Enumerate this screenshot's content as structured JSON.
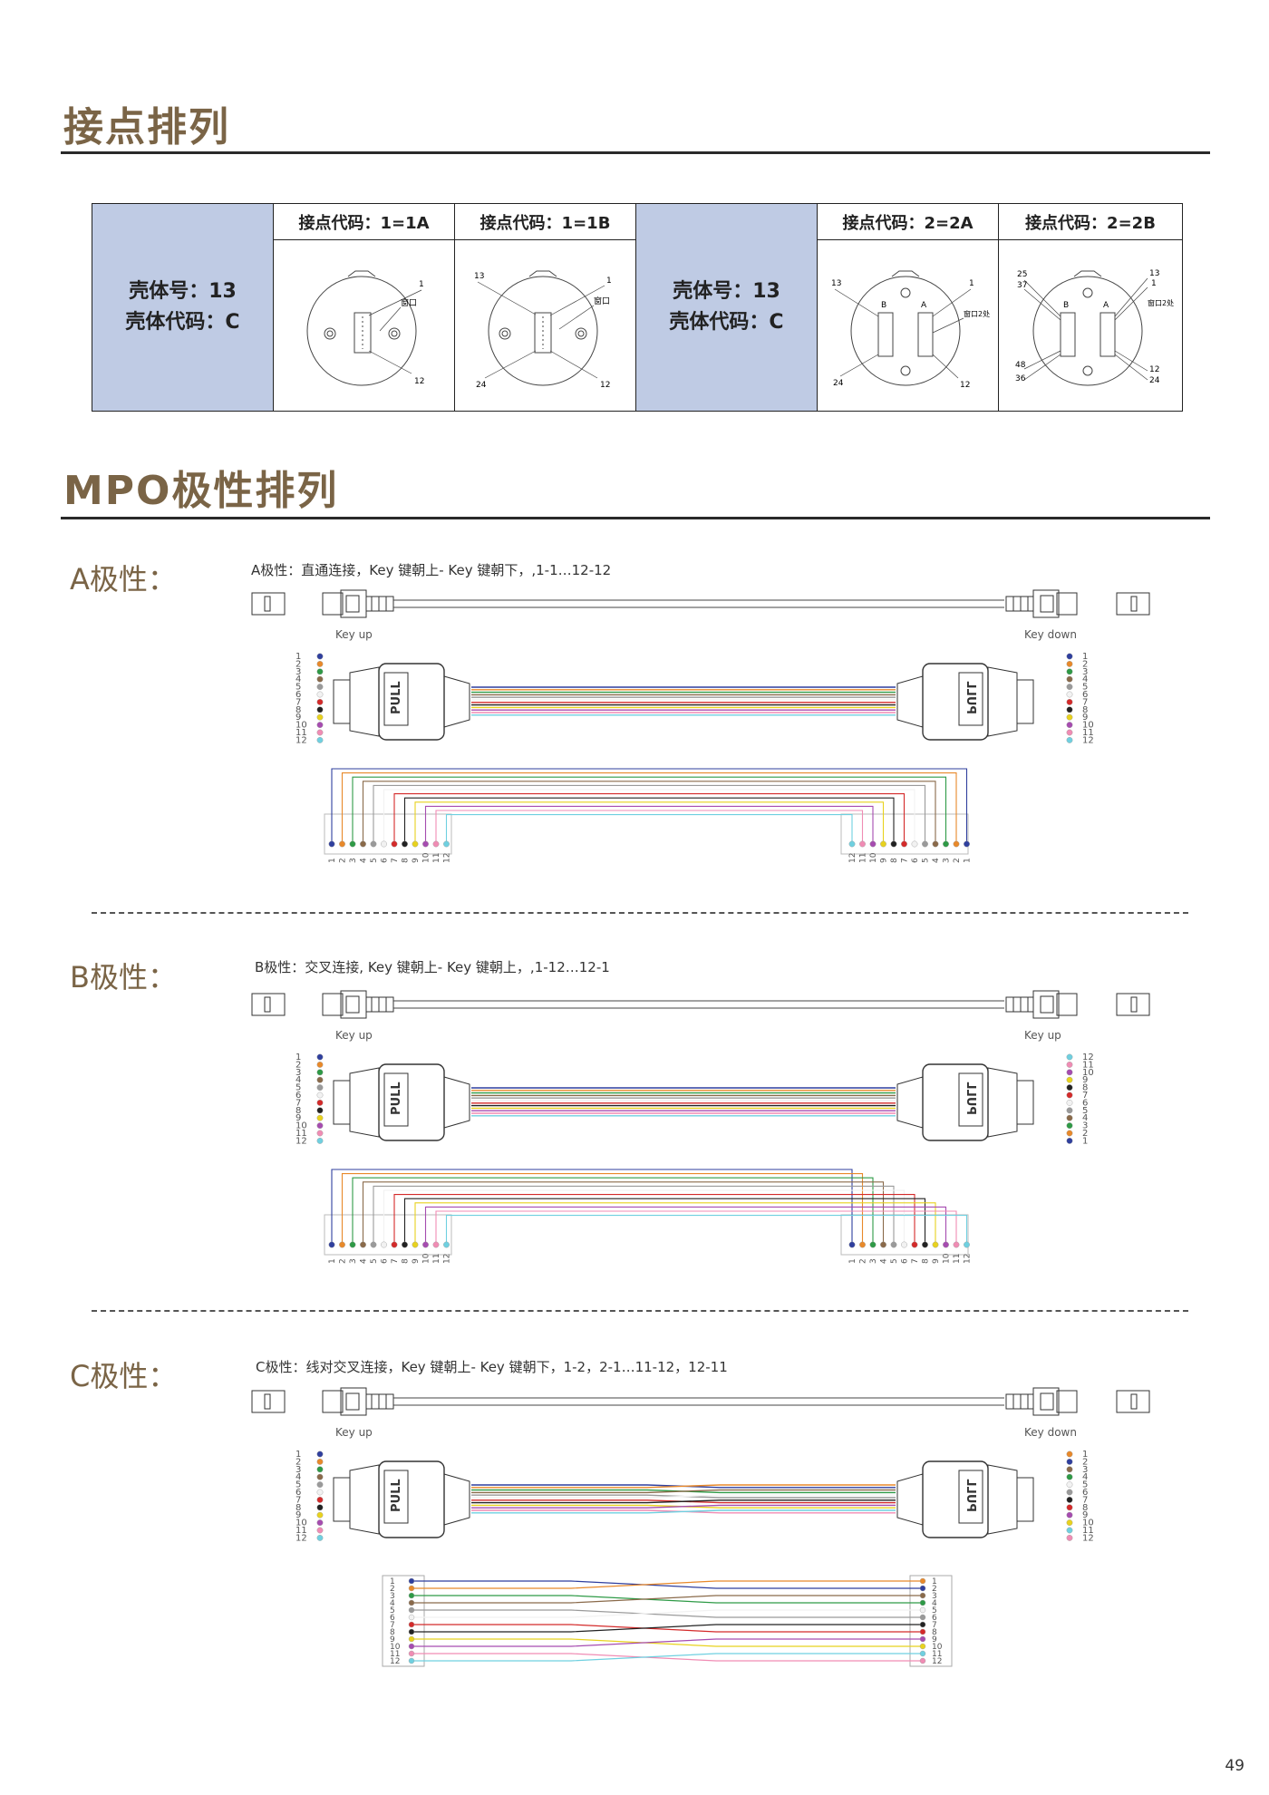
{
  "section1": {
    "title": "接点排列"
  },
  "contact_table": {
    "group1": {
      "shell_no": "壳体号：13",
      "shell_code": "壳体代码：C"
    },
    "group2": {
      "shell_no": "壳体号：13",
      "shell_code": "壳体代码：C"
    },
    "codes": [
      "接点代码：1=1A",
      "接点代码：1=1B",
      "接点代码：2=2A",
      "接点代码：2=2B"
    ],
    "d1": {
      "n1": "1",
      "window": "窗口",
      "n12": "12"
    },
    "d2": {
      "n13": "13",
      "n1": "1",
      "window": "窗口",
      "n24": "24",
      "n12": "12"
    },
    "d3": {
      "n13": "13",
      "n1": "1",
      "b": "B",
      "a": "A",
      "window": "窗口2处",
      "n24": "24",
      "n12": "12"
    },
    "d4": {
      "n25": "25",
      "n37": "37",
      "n13": "13",
      "n1": "1",
      "b": "B",
      "a": "A",
      "window": "窗口2处",
      "n48": "48",
      "n36": "36",
      "n12": "12",
      "n24": "24"
    }
  },
  "section2": {
    "title": "MPO极性排列"
  },
  "polarity": {
    "a": {
      "label": "A极性：",
      "desc": "A极性：直通连接，Key 键朝上- Key 键朝下，,1-1…12-12",
      "key_left": "Key up",
      "key_right": "Key down"
    },
    "b": {
      "label": "B极性：",
      "desc": "B极性：交叉连接, Key 键朝上- Key 键朝上，,1-12…12-1",
      "key_left": "Key up",
      "key_right": "Key up"
    },
    "c": {
      "label": "C极性：",
      "desc": "C极性：线对交叉连接，Key 键朝上- Key 键朝下，1-2，2-1…11-12，12-11",
      "key_left": "Key up",
      "key_right": "Key down"
    },
    "pull": "PULL"
  },
  "page_number": "49",
  "fiber_colors": [
    "#2f3f9e",
    "#e8892a",
    "#2e9a46",
    "#8a6a4a",
    "#9a9a9a",
    "#f2f2f2",
    "#d42a2a",
    "#222222",
    "#e8d21e",
    "#a64cb0",
    "#f08cb4",
    "#6fd0e0"
  ]
}
